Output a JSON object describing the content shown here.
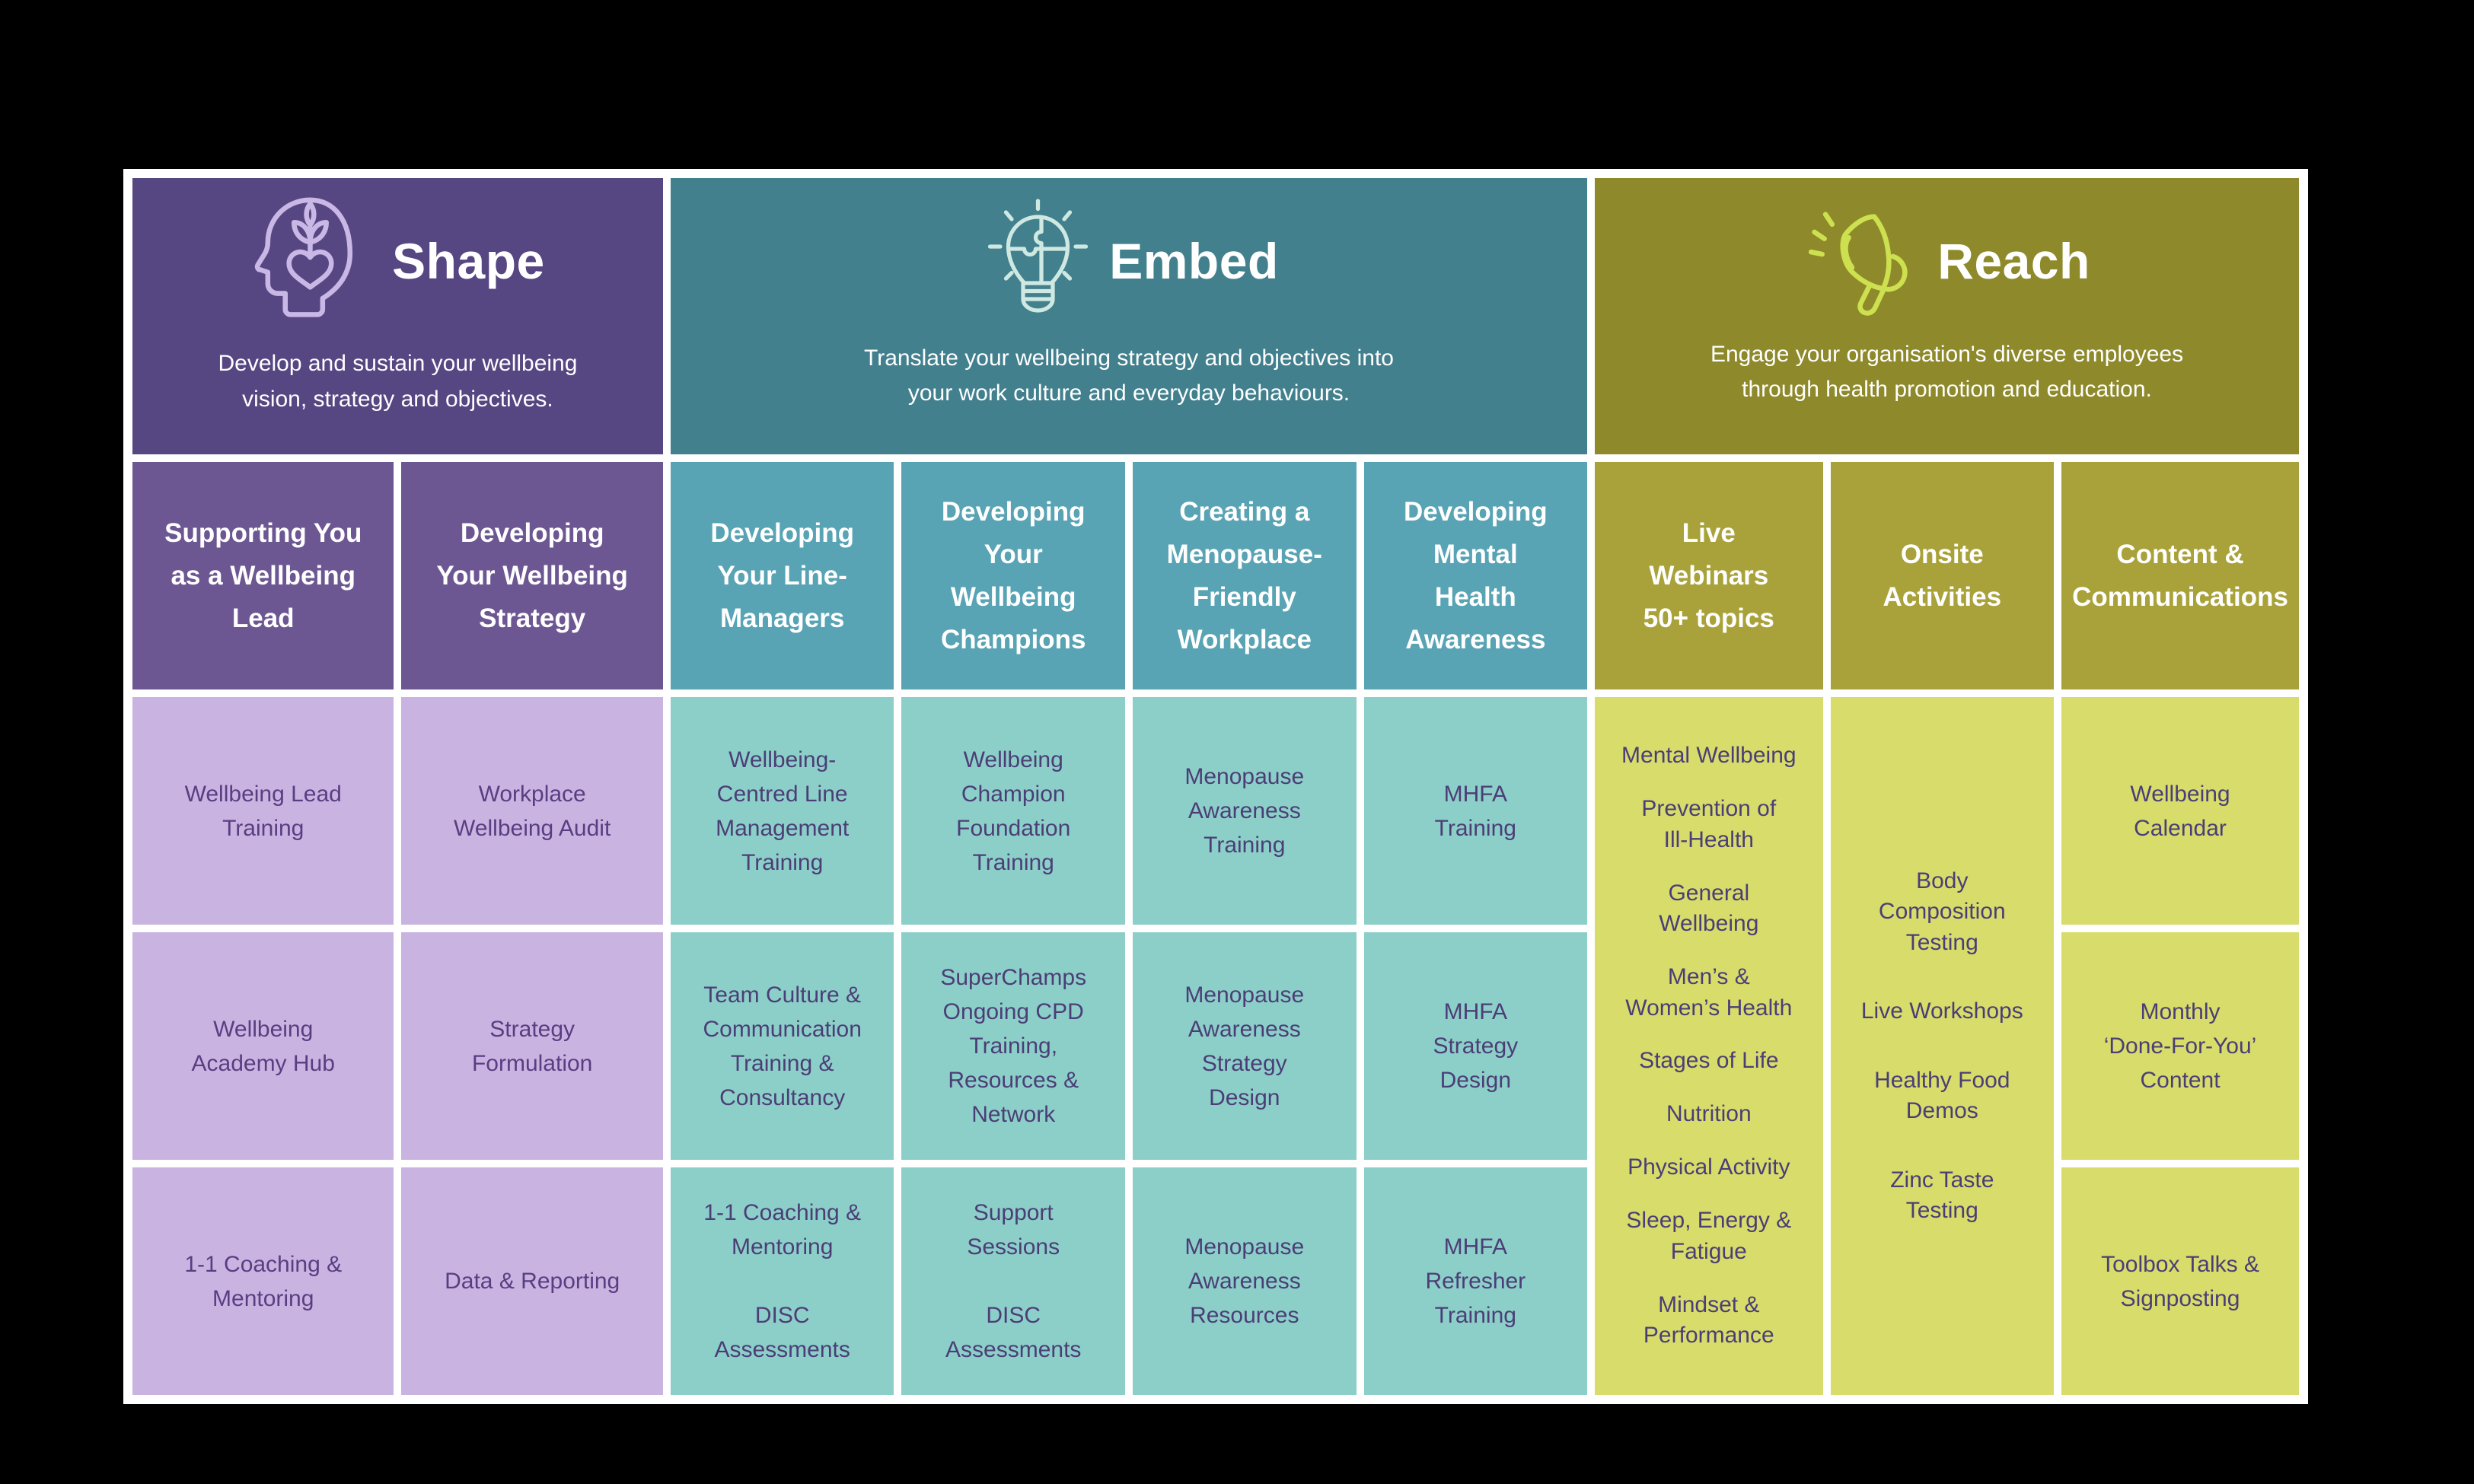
{
  "poster": {
    "background_color": "#000000",
    "frame_color": "#ffffff"
  },
  "sections": {
    "shape": {
      "title": "Shape",
      "subtitle": "Develop and sustain your wellbeing\nvision, strategy and objectives.",
      "icon": "head-plant-heart-icon",
      "colors": {
        "header_bg": "#564682",
        "column_header_bg": "#6d5793",
        "cell_bg": "#c9b4e1",
        "cell_text": "#5a3d82",
        "icon_stroke": "#c9b7e6"
      },
      "columns": [
        {
          "header": "Supporting You\nas a Wellbeing\nLead",
          "cells": [
            "Wellbeing Lead\nTraining",
            "Wellbeing\nAcademy Hub",
            "1-1 Coaching &\nMentoring"
          ]
        },
        {
          "header": "Developing\nYour Wellbeing\nStrategy",
          "cells": [
            "Workplace\nWellbeing Audit",
            "Strategy\nFormulation",
            "Data & Reporting"
          ]
        }
      ]
    },
    "embed": {
      "title": "Embed",
      "subtitle": "Translate your wellbeing strategy and objectives into\nyour work culture and everyday behaviours.",
      "icon": "puzzle-lightbulb-icon",
      "colors": {
        "header_bg": "#42808e",
        "column_header_bg": "#58a3b4",
        "cell_bg": "#8ccfc9",
        "cell_text": "#4b3e76",
        "icon_stroke": "#cfe9e2"
      },
      "columns": [
        {
          "header": "Developing\nYour Line-\nManagers",
          "cells": [
            "Wellbeing-\nCentred Line\nManagement\nTraining",
            "Team Culture &\nCommunication\nTraining &\nConsultancy",
            "1-1 Coaching &\nMentoring\n\nDISC\nAssessments"
          ]
        },
        {
          "header": "Developing\nYour\nWellbeing\nChampions",
          "cells": [
            "Wellbeing\nChampion\nFoundation\nTraining",
            "SuperChamps\nOngoing CPD\nTraining,\nResources &\nNetwork",
            "Support\nSessions\n\nDISC\nAssessments"
          ]
        },
        {
          "header": "Creating a\nMenopause-\nFriendly\nWorkplace",
          "cells": [
            "Menopause\nAwareness\nTraining",
            "Menopause\nAwareness\nStrategy\nDesign",
            "Menopause\nAwareness\nResources"
          ]
        },
        {
          "header": "Developing\nMental\nHealth\nAwareness",
          "cells": [
            "MHFA\nTraining",
            "MHFA\nStrategy\nDesign",
            "MHFA\nRefresher\nTraining"
          ]
        }
      ]
    },
    "reach": {
      "title": "Reach",
      "subtitle": "Engage your organisation's diverse employees\nthrough health promotion and education.",
      "icon": "megaphone-icon",
      "colors": {
        "header_bg": "#8e892b",
        "column_header_bg": "#a9a23a",
        "cell_bg": "#d8dc6b",
        "cell_text": "#4b3e76",
        "icon_stroke": "#cde04f"
      },
      "columns": [
        {
          "header": "Live\nWebinars\n50+ topics",
          "items": [
            "Mental Wellbeing",
            "Prevention of\nIll-Health",
            "General\nWellbeing",
            "Men’s &\nWomen’s Health",
            "Stages of Life",
            "Nutrition",
            "Physical Activity",
            "Sleep, Energy &\nFatigue",
            "Mindset &\nPerformance"
          ]
        },
        {
          "header": "Onsite\nActivities",
          "items": [
            "Body\nComposition\nTesting",
            "Live Workshops",
            "Healthy Food\nDemos",
            "Zinc Taste\nTesting"
          ]
        },
        {
          "header": "Content &\nCommunications",
          "cells": [
            "Wellbeing\nCalendar",
            "Monthly\n‘Done-For-You’\nContent",
            "Toolbox Talks &\nSignposting"
          ]
        }
      ]
    }
  }
}
